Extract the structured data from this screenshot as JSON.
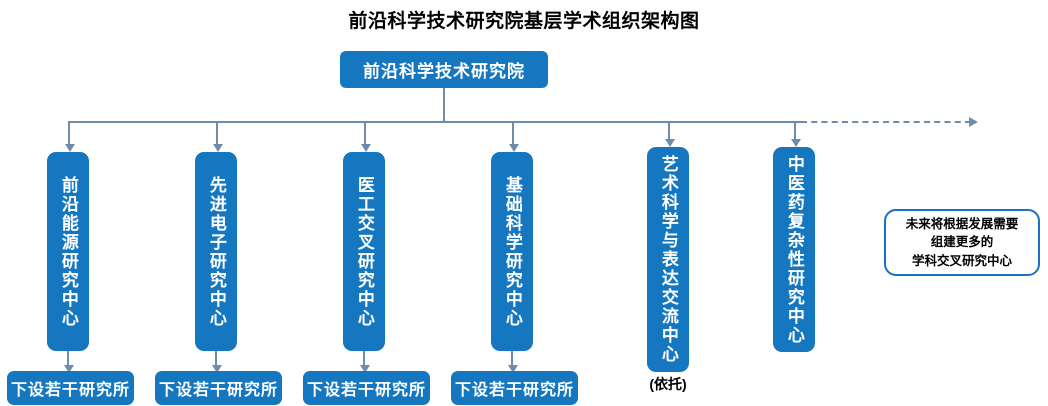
{
  "title": "前沿科学技术研究院基层学术组织架构图",
  "root": {
    "label": "前沿科学技术研究院"
  },
  "centers": [
    {
      "label": "前沿能源研究中心",
      "sub": ""
    },
    {
      "label": "先进电子研究中心",
      "sub": ""
    },
    {
      "label": "医工交叉研究中心",
      "sub": ""
    },
    {
      "label": "基础科学研究中心",
      "sub": ""
    },
    {
      "label": "艺术科学与表达交流中心",
      "sub": "（依托）"
    },
    {
      "label": "中医药复杂性研究中心",
      "sub": ""
    }
  ],
  "institutes": [
    {
      "label": "下设若干研究所"
    },
    {
      "label": "下设若干研究所"
    },
    {
      "label": "下设若干研究所"
    },
    {
      "label": "下设若干研究所"
    }
  ],
  "note": {
    "line1": "未来将根据发展需要",
    "line2": "组建更多的",
    "line3": "学科交叉研究中心"
  },
  "sub_labels": {
    "center5": "(依托)"
  },
  "colors": {
    "node_fill": "#1577c0",
    "node_text": "#ffffff",
    "connector": "#6f8cab",
    "note_border": "#1b6fc4",
    "title_text": "#000000"
  }
}
